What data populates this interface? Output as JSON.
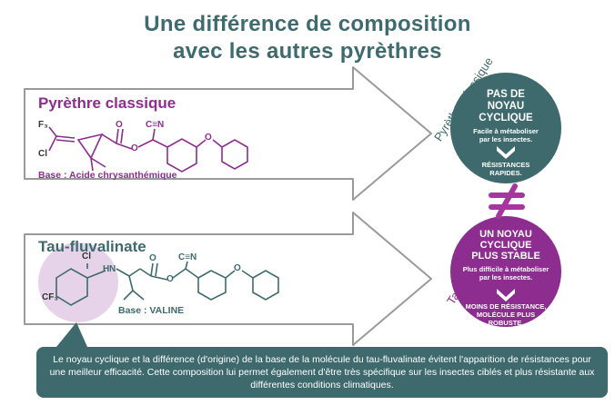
{
  "title": {
    "line1": "Une différence de composition",
    "line2": "avec les autres pyrèthres"
  },
  "classic": {
    "title": "Pyrèthre classique",
    "base": "Base : Acide chrysanthémique",
    "atoms": {
      "f3": "F₃",
      "cl": "Cl",
      "o1": "O",
      "o2": "O",
      "o3": "O",
      "cn": "C≡N"
    },
    "side_label": "Pyrèthre classique",
    "circle": {
      "head": "PAS DE NOYAU CYCLIQUE",
      "sub": "Facile à métaboliser par les insectes.",
      "result": "RÉSISTANCES RAPIDES."
    }
  },
  "tau": {
    "title": "Tau-fluvalinate",
    "base": "Base : VALINE",
    "atoms": {
      "cl": "Cl",
      "cf3": "CF₃",
      "n": "N",
      "h": "H",
      "o1": "O",
      "o2": "O",
      "o3": "O",
      "cn": "C≡N"
    },
    "side_label": "Tau-fluvalinate",
    "circle": {
      "head": "UN NOYAU CYCLIQUE PLUS STABLE",
      "sub": "Plus difficile à métaboliser par les insectes.",
      "result": "MOINS DE RÉSISTANCE, MOLÉCULE PLUS ROBUSTE."
    }
  },
  "neq_symbol": "≠",
  "note": "Le noyau cyclique et la différence (d'origine) de la base de la molécule du tau-fluvalinate évitent l'apparition de résistances pour une meilleur efficacité. Cette composition lui permet également d'être très spécifique sur les insectes ciblés et plus résistante aux différentes conditions climatiques.",
  "colors": {
    "teal": "#3e6a6e",
    "purple": "#8c2d8f",
    "magenta": "#a8359f",
    "lavender": "#e6d3ea",
    "arrow_outline": "#9a9a9a"
  }
}
